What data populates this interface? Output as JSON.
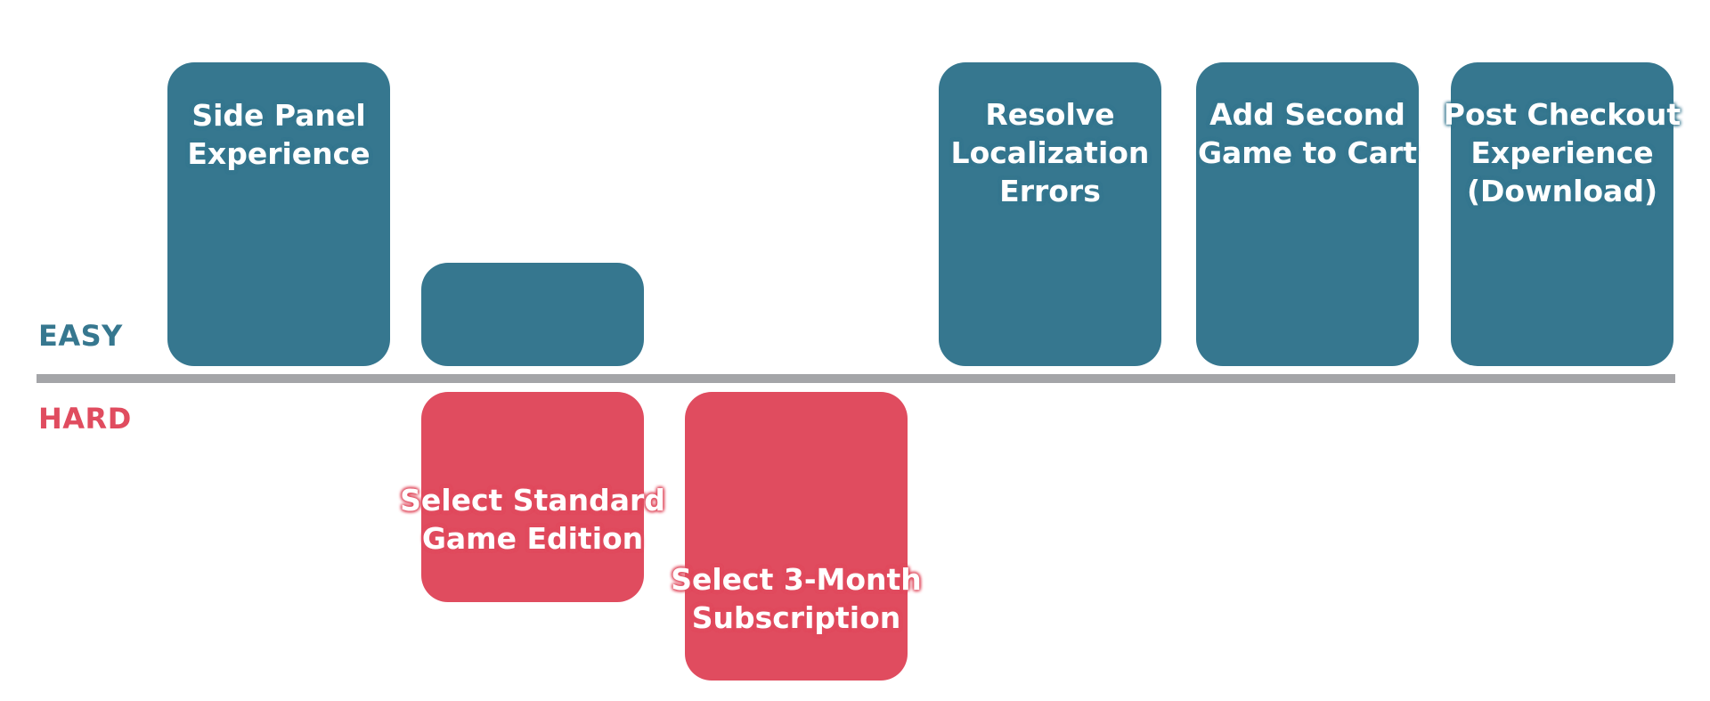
{
  "rows": {
    "easy_label": "EASY",
    "hard_label": "HARD"
  },
  "tasks": {
    "side_panel": {
      "label": "Side Panel\nExperience",
      "difficulty": "easy"
    },
    "select_standard_easy": {
      "label": "",
      "difficulty": "easy"
    },
    "select_standard_hard": {
      "label": "Select Standard\nGame Edition",
      "difficulty": "hard"
    },
    "select_subscription": {
      "label": "Select 3-Month\nSubscription",
      "difficulty": "hard"
    },
    "resolve_localization": {
      "label": "Resolve\nLocalization\nErrors",
      "difficulty": "easy"
    },
    "add_second_game": {
      "label": "Add Second\nGame to Cart",
      "difficulty": "easy"
    },
    "post_checkout": {
      "label": "Post Checkout\nExperience\n(Download)",
      "difficulty": "easy"
    }
  },
  "colors": {
    "easy": "#36778f",
    "hard": "#e04c5f",
    "axis": "#a4a5a8"
  }
}
